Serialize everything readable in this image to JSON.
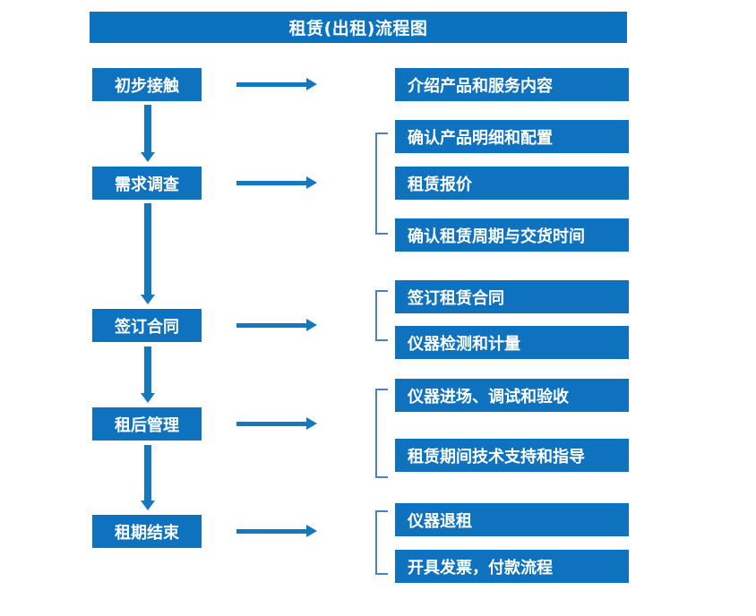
{
  "diagram": {
    "title": "租赁(出租)流程图",
    "colors": {
      "title_bar": "#0B72BF",
      "node_fill": "#0F72BE",
      "node_text": "#FFFFFF",
      "arrow": "#1478BE",
      "bracket": "#4D7EBF",
      "background": "#FFFFFF"
    },
    "stages": [
      {
        "id": "stage-1",
        "label": "初步接触",
        "details": [
          "介绍产品和服务内容"
        ],
        "bracketed": false
      },
      {
        "id": "stage-2",
        "label": "需求调查",
        "details": [
          "确认产品明细和配置",
          "租赁报价",
          "确认租赁周期与交货时间"
        ],
        "bracketed": true
      },
      {
        "id": "stage-3",
        "label": "签订合同",
        "details": [
          "签订租赁合同",
          "仪器检测和计量"
        ],
        "bracketed": true
      },
      {
        "id": "stage-4",
        "label": "租后管理",
        "details": [
          "仪器进场、调试和验收",
          "租赁期间技术支持和指导"
        ],
        "bracketed": true
      },
      {
        "id": "stage-5",
        "label": "租期结束",
        "details": [
          "仪器退租",
          "开具发票，付款流程"
        ],
        "bracketed": true
      }
    ],
    "detail_boxes": [
      "介绍产品和服务内容",
      "确认产品明细和配置",
      "租赁报价",
      "确认租赁周期与交货时间",
      "签订租赁合同",
      "仪器检测和计量",
      "仪器进场、调试和验收",
      "租赁期间技术支持和指导",
      "仪器退租",
      "开具发票，付款流程"
    ],
    "stage_labels": [
      "初步接触",
      "需求调查",
      "签订合同",
      "租后管理",
      "租期结束"
    ],
    "connector_icons": {
      "vertical": "down-arrow-icon",
      "horizontal": "right-arrow-icon",
      "group": "bracket-icon"
    }
  }
}
